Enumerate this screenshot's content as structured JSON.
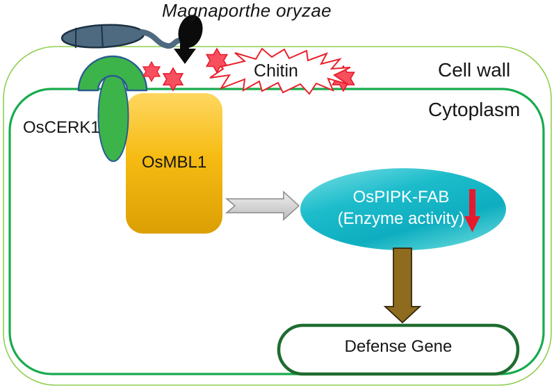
{
  "figure_type": "signaling-pathway-diagram",
  "labels": {
    "title": "Magnaporthe oryzae",
    "cell_wall": "Cell wall",
    "cytoplasm": "Cytoplasm",
    "oscerk1": "OsCERK1",
    "osmbl1": "OsMBL1",
    "chitin": "Chitin",
    "ospipk_line1": "OsPIPK-FAB",
    "ospipk_line2": "(Enzyme activity)",
    "defense_gene": "Defense Gene"
  },
  "icons": [
    {
      "name": "conidium-icon",
      "meaning": "Magnaporthe oryzae spore (three-celled conidium)"
    },
    {
      "name": "germ-tube-icon",
      "meaning": "germ tube connecting conidium to appressorium"
    },
    {
      "name": "appressorium-icon",
      "meaning": "black appressorium infection structure"
    },
    {
      "name": "penetration-arrow-icon",
      "meaning": "fungal penetration into cell wall"
    },
    {
      "name": "chitin-fragment-star-icon",
      "meaning": "released chitin fragments (4 red stars)"
    },
    {
      "name": "chitin-burst-icon",
      "meaning": "chitin elicitor burst"
    },
    {
      "name": "oscerk1-receptor-icon",
      "meaning": "OsCERK1 membrane receptor (arch + stem)"
    },
    {
      "name": "signal-arrow-icon",
      "meaning": "signal from OsMBL1 to OsPIPK-FAB"
    },
    {
      "name": "decrease-arrow-icon",
      "meaning": "red arrow: enzyme activity decreases"
    },
    {
      "name": "induction-arrow-icon",
      "meaning": "brown arrow: induction of defense gene"
    }
  ],
  "colors": {
    "cell_wall_border": "#8FCE4E",
    "cytoplasm_border": "#17AB4D",
    "conidium_fill": "#4E6A80",
    "conidium_outline": "#1C3144",
    "appressorium_fill": "#0B0B0B",
    "star_fill": "#F84F5F",
    "star_outline": "#E51A2C",
    "receptor_fill": "#3CB44A",
    "receptor_outline": "#2B5C91",
    "osmbl1_gradient_top": "#FFD761",
    "osmbl1_gradient_bottom": "#DC9F04",
    "signal_arrow_fill": "#D9D9D9",
    "ospipk_fill": "#17B7C8",
    "decrease_arrow": "#E8192C",
    "induction_arrow": "#8E6B1E",
    "defense_border": "#1E6C2F",
    "burst_outline": "#E8212B"
  }
}
